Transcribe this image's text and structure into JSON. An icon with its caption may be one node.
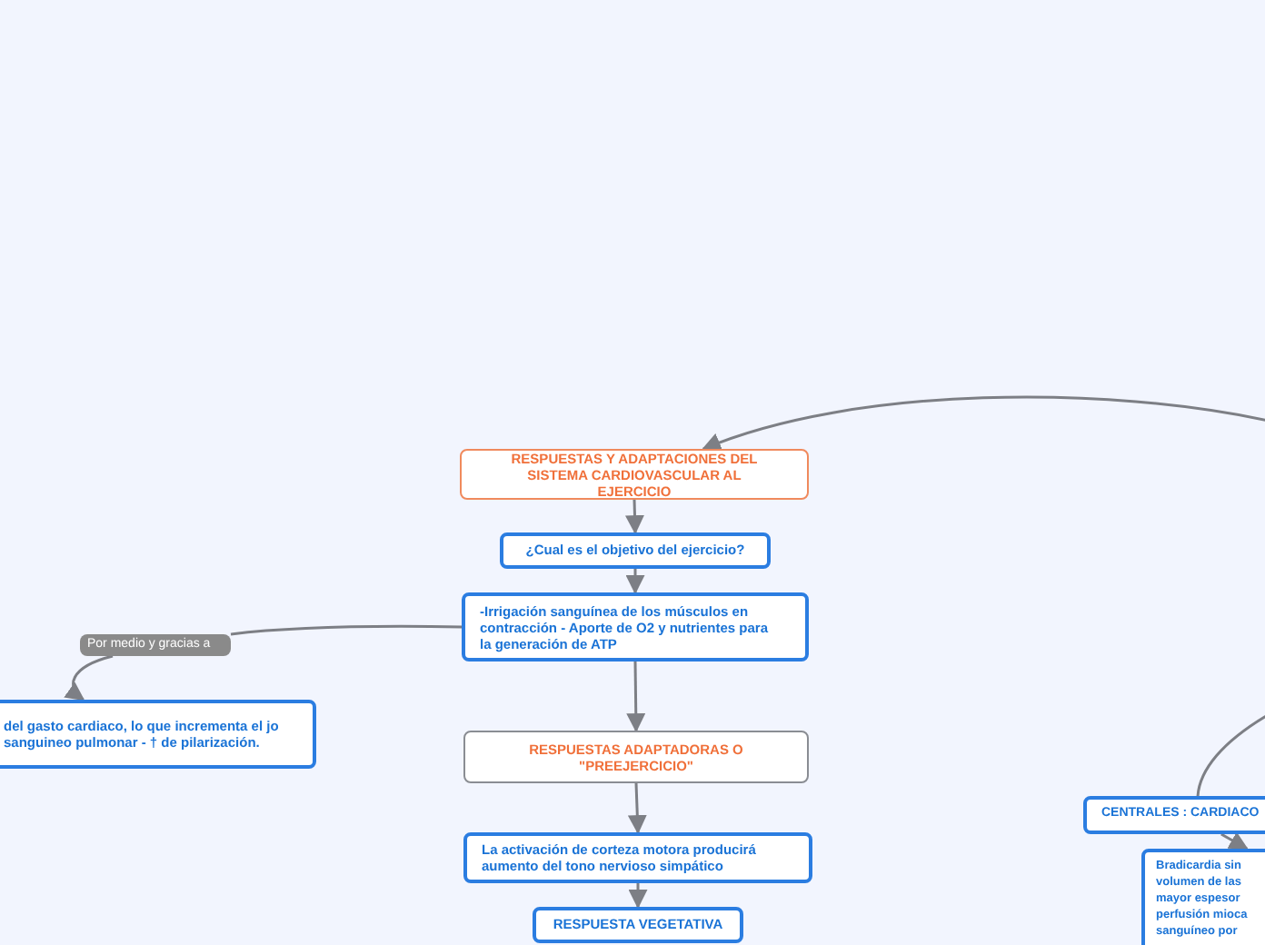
{
  "diagram": {
    "nodes": [
      {
        "text": [
          "RESPUESTAS Y ADAPTACIONES DEL SISTEMA CARDIOVASCULAR AL EJERCICIO"
        ]
      },
      {
        "text": [
          "¿Cual es el objetivo del ejercicio?"
        ]
      },
      {
        "text": [
          "-Irrigación sanguínea de los músculos en contracción - Aporte de O2 y nutrientes para la generación de ATP"
        ]
      },
      {
        "text": [
          "Por medio y gracias a"
        ]
      },
      {
        "text": [
          "del gasto cardiaco, lo que incrementa el jo sanguineo pulmonar - † de pilarización."
        ]
      },
      {
        "text": [
          "RESPUESTAS ADAPTADORAS O \"PREEJERCICIO\""
        ]
      },
      {
        "text": [
          "La activación de corteza motora producirá aumento del tono nervioso simpático"
        ]
      },
      {
        "text": [
          "RESPUESTA VEGETATIVA"
        ]
      },
      {
        "text": [
          "CENTRALES : CARDIACO"
        ]
      },
      {
        "text": [
          "Bradicardia sin volumen de las mayor espesor perfusión mioca sanguíneo por"
        ]
      }
    ],
    "edges": [
      {
        "from": null,
        "to": 0,
        "arrow": "to"
      },
      {
        "from": 0,
        "to": 1,
        "arrow": "to"
      },
      {
        "from": 1,
        "to": 2,
        "arrow": "to"
      },
      {
        "from": 2,
        "to": 3,
        "arrow": "none"
      },
      {
        "from": 3,
        "to": 4,
        "arrow": "to"
      },
      {
        "from": 2,
        "to": 5,
        "arrow": "to"
      },
      {
        "from": 5,
        "to": 6,
        "arrow": "to"
      },
      {
        "from": 6,
        "to": 7,
        "arrow": "to"
      },
      {
        "from": null,
        "to": 8,
        "arrow": "none"
      },
      {
        "from": 8,
        "to": 9,
        "arrow": "to"
      }
    ]
  }
}
